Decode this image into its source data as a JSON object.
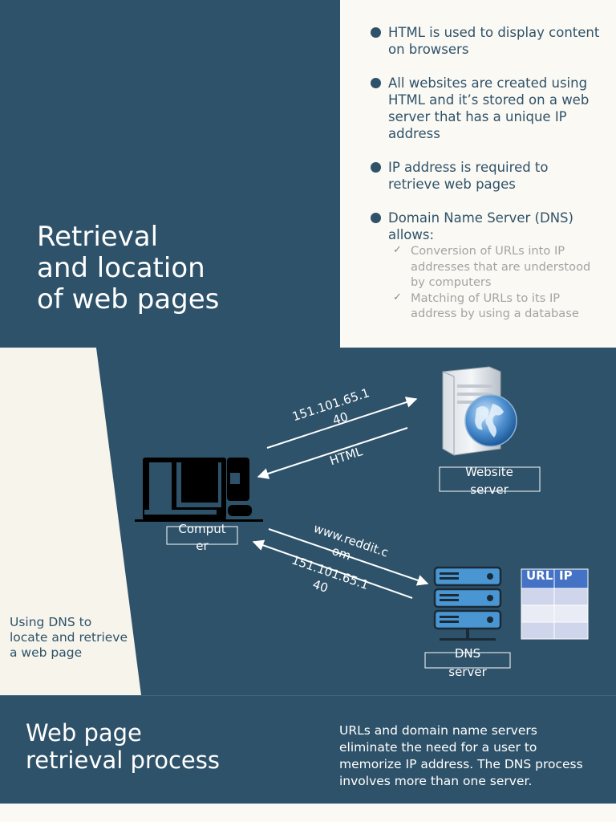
{
  "title": "Retrieval\nand location\nof web pages",
  "bullets": [
    {
      "text": "HTML is used to display content on browsers"
    },
    {
      "text": "All websites are created using HTML and it’s stored on a web server that has a unique IP address"
    },
    {
      "text": "IP address is required to retrieve web pages"
    },
    {
      "text": "Domain Name Server (DNS) allows:",
      "subitems": [
        "Conversion of URLs into IP addresses that are understood by computers",
        "Matching of URLs to its IP address by using a database"
      ]
    }
  ],
  "side_note": "Using DNS to locate and retrieve a web page",
  "diagram": {
    "computer_label": [
      "Comput",
      "er"
    ],
    "website_server_label": [
      "Website",
      "server"
    ],
    "dns_server_label": [
      "DNS",
      "server"
    ],
    "arrow_ip_to_web": [
      "151.101.65.1",
      "40"
    ],
    "arrow_html": "HTML",
    "arrow_url": [
      "www.reddit.c",
      "om"
    ],
    "arrow_ip_from_dns": [
      "151.101.65.1",
      "40"
    ],
    "table_headers": [
      "URL",
      "IP"
    ],
    "colors": {
      "panel": "#2e5269",
      "light": "#fbf9f4",
      "table_header": "#4472c4",
      "row_a": "#cfd5ea",
      "row_b": "#e9ebf5",
      "server_blue": "#4a96d2"
    },
    "icons": [
      "computer-icon",
      "web-server-globe-icon",
      "dns-server-rack-icon"
    ]
  },
  "bottom": {
    "title": "Web page\nretrieval process",
    "text": "URLs and domain name servers eliminate the need for a user to memorize IP address. The DNS process involves more than one server."
  }
}
